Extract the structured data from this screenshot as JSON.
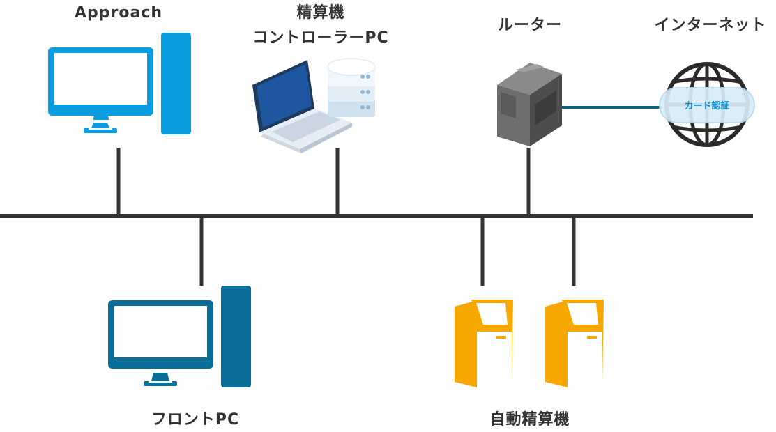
{
  "nodes": {
    "approach": {
      "label": "Approach"
    },
    "controller": {
      "label_line1": "精算機",
      "label_line2": "コントローラーPC"
    },
    "router": {
      "label": "ルーター"
    },
    "internet": {
      "label": "インターネット",
      "badge": "カード認証"
    },
    "front": {
      "label": "フロントPC"
    },
    "kiosk": {
      "label": "自動精算機"
    }
  },
  "colors": {
    "approach_pc": "#0a9de0",
    "front_pc": "#0b6e98",
    "kiosk": "#f7a800",
    "router": "#555555",
    "line": "#333333",
    "router_internet_link": "#0b5f80"
  }
}
